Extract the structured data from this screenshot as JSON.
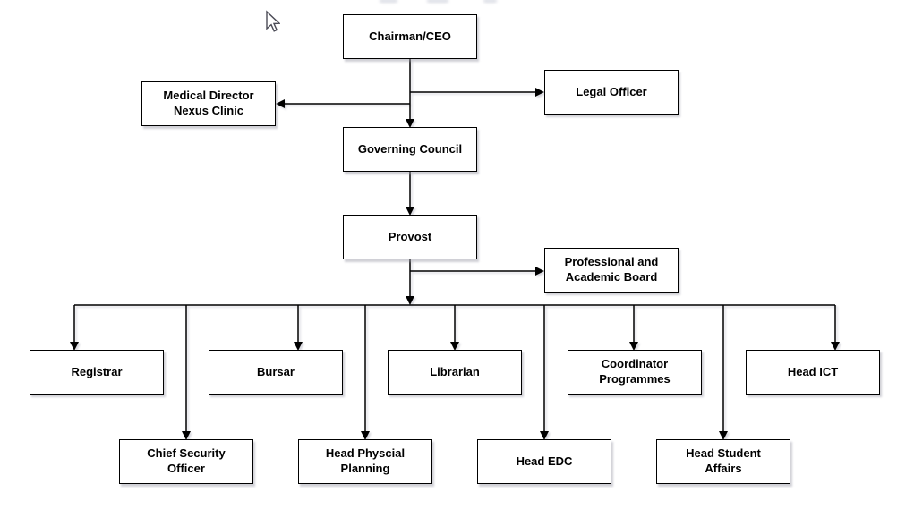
{
  "canvas": {
    "background": "#ffffff",
    "stroke_color": "#000000",
    "node_fill": "#ffffff",
    "text_color": "#000000"
  },
  "org_chart": {
    "type": "org-chart-diagram",
    "nodes": {
      "chairman": {
        "label": "Chairman/CEO"
      },
      "medical_director": {
        "label": "Medical Director\nNexus Clinic"
      },
      "legal_officer": {
        "label": "Legal Officer"
      },
      "governing_council": {
        "label": "Governing Council"
      },
      "provost": {
        "label": "Provost"
      },
      "professional_academic_board": {
        "label": "Professional and\nAcademic Board"
      },
      "registrar": {
        "label": "Registrar"
      },
      "bursar": {
        "label": "Bursar"
      },
      "librarian": {
        "label": "Librarian"
      },
      "coordinator_programmes": {
        "label": "Coordinator\nProgrammes"
      },
      "head_ict": {
        "label": "Head ICT"
      },
      "chief_security_officer": {
        "label": "Chief Security\nOfficer"
      },
      "head_physical_planning": {
        "label": "Head Physcial\nPlanning"
      },
      "head_edc": {
        "label": "Head EDC"
      },
      "head_student_affairs": {
        "label": "Head Student\nAffairs"
      }
    },
    "edges": [
      {
        "from": "chairman",
        "to": "legal_officer"
      },
      {
        "from": "chairman",
        "to": "medical_director"
      },
      {
        "from": "chairman",
        "to": "governing_council"
      },
      {
        "from": "governing_council",
        "to": "provost"
      },
      {
        "from": "provost",
        "to": "professional_academic_board"
      },
      {
        "from": "provost",
        "to": "registrar"
      },
      {
        "from": "provost",
        "to": "chief_security_officer"
      },
      {
        "from": "provost",
        "to": "bursar"
      },
      {
        "from": "provost",
        "to": "head_physical_planning"
      },
      {
        "from": "provost",
        "to": "librarian"
      },
      {
        "from": "provost",
        "to": "head_edc"
      },
      {
        "from": "provost",
        "to": "coordinator_programmes"
      },
      {
        "from": "provost",
        "to": "head_student_affairs"
      },
      {
        "from": "provost",
        "to": "head_ict"
      }
    ]
  },
  "cursor": {
    "icon": "arrow-pointer-icon"
  }
}
